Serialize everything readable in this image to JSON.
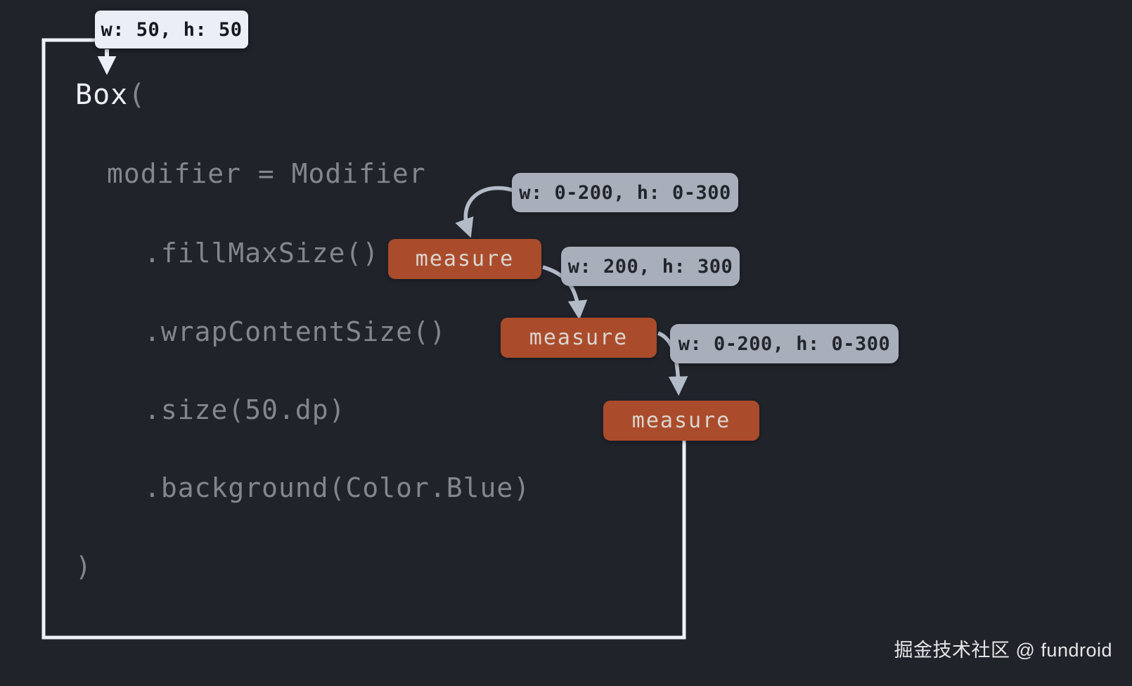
{
  "colors": {
    "background": "#20232a",
    "measure_badge_bg": "#aa4c2c",
    "measure_badge_text": "#dbd5cf",
    "constraint_label_bg": "#a8aeba",
    "constraint_label_text": "#22252b",
    "final_size_label_bg": "#e9eef7",
    "final_size_label_text": "#15181e",
    "code_text": "#82878f",
    "code_bright_text": "#eceef2",
    "arrow": "#b3bbc8",
    "bounds_outline": "#edf1f8"
  },
  "code": {
    "box_token": "Box",
    "open_paren": "(",
    "modifier_line": "modifier = Modifier",
    "fill_max_size_line": ".fillMaxSize()",
    "wrap_content_size_line": ".wrapContentSize()",
    "size_line": ".size(50.dp)",
    "background_line": ".background(Color.Blue)",
    "close_paren": ")"
  },
  "badges": {
    "final_size": "w: 50, h: 50",
    "constraints_1": "w: 0-200, h: 0-300",
    "measured_size_1": "w: 200, h: 300",
    "constraints_2": "w: 0-200, h: 0-300",
    "measure_1": "measure",
    "measure_2": "measure",
    "measure_3": "measure"
  },
  "watermark": "掘金技术社区 @ fundroid"
}
